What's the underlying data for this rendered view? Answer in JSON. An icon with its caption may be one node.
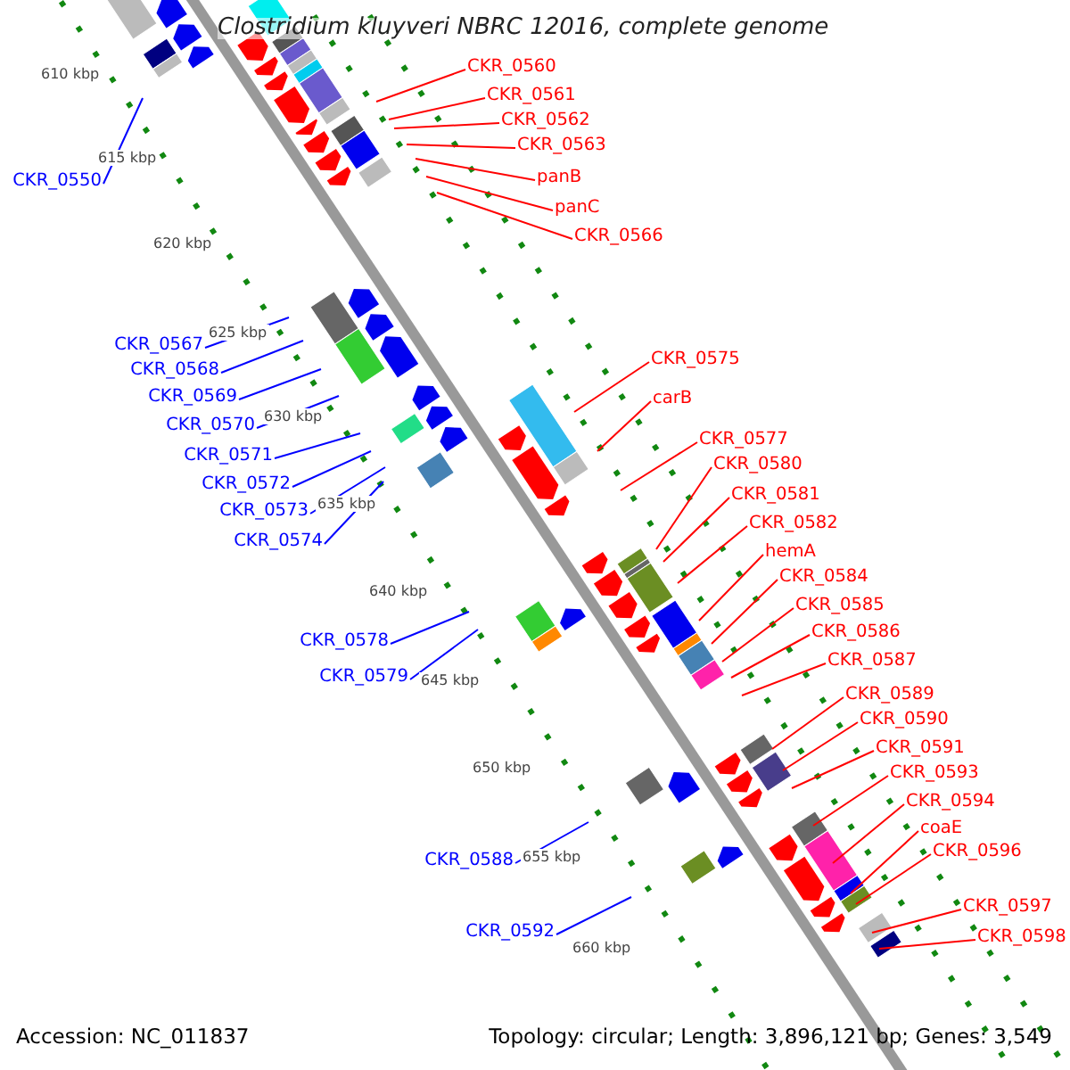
{
  "diagram": {
    "title": "Clostridium kluyveri NBRC 12016, complete genome",
    "nodes": [
      {
        "text": [
          "CKR_0550"
        ]
      },
      {
        "text": [
          "CKR_0560"
        ]
      },
      {
        "text": [
          "CKR_0561"
        ]
      },
      {
        "text": [
          "CKR_0562"
        ]
      },
      {
        "text": [
          "CKR_0563"
        ]
      },
      {
        "text": [
          "panB"
        ]
      },
      {
        "text": [
          "panC"
        ]
      },
      {
        "text": [
          "CKR_0566"
        ]
      },
      {
        "text": [
          "CKR_0567"
        ]
      },
      {
        "text": [
          "CKR_0568"
        ]
      },
      {
        "text": [
          "CKR_0569"
        ]
      },
      {
        "text": [
          "CKR_0570"
        ]
      },
      {
        "text": [
          "CKR_0571"
        ]
      },
      {
        "text": [
          "CKR_0572"
        ]
      },
      {
        "text": [
          "CKR_0573"
        ]
      },
      {
        "text": [
          "CKR_0574"
        ]
      },
      {
        "text": [
          "CKR_0575"
        ]
      },
      {
        "text": [
          "carB"
        ]
      },
      {
        "text": [
          "CKR_0577"
        ]
      },
      {
        "text": [
          "CKR_0578"
        ]
      },
      {
        "text": [
          "CKR_0579"
        ]
      },
      {
        "text": [
          "CKR_0580"
        ]
      },
      {
        "text": [
          "CKR_0581"
        ]
      },
      {
        "text": [
          "CKR_0582"
        ]
      },
      {
        "text": [
          "hemA"
        ]
      },
      {
        "text": [
          "CKR_0584"
        ]
      },
      {
        "text": [
          "CKR_0585"
        ]
      },
      {
        "text": [
          "CKR_0586"
        ]
      },
      {
        "text": [
          "CKR_0587"
        ]
      },
      {
        "text": [
          "CKR_0588"
        ]
      },
      {
        "text": [
          "CKR_0589"
        ]
      },
      {
        "text": [
          "CKR_0590"
        ]
      },
      {
        "text": [
          "CKR_0591"
        ]
      },
      {
        "text": [
          "CKR_0592"
        ]
      },
      {
        "text": [
          "CKR_0593"
        ]
      },
      {
        "text": [
          "CKR_0594"
        ]
      },
      {
        "text": [
          "coaE"
        ]
      },
      {
        "text": [
          "CKR_0596"
        ]
      },
      {
        "text": [
          "CKR_0597"
        ]
      },
      {
        "text": [
          "CKR_0598"
        ]
      }
    ],
    "edges": [
      {
        "from": 0,
        "to": null,
        "arrow": "none",
        "color": "#0000ff"
      },
      {
        "from": 1,
        "to": null,
        "arrow": "none"
      },
      {
        "from": 2,
        "to": null,
        "arrow": "none"
      },
      {
        "from": 3,
        "to": null,
        "arrow": "none"
      },
      {
        "from": 4,
        "to": null,
        "arrow": "none"
      },
      {
        "from": 5,
        "to": null,
        "arrow": "none"
      },
      {
        "from": 6,
        "to": null,
        "arrow": "none"
      },
      {
        "from": 7,
        "to": null,
        "arrow": "none"
      },
      {
        "from": 8,
        "to": null,
        "arrow": "none",
        "color": "#0000ff"
      },
      {
        "from": 9,
        "to": null,
        "arrow": "none",
        "color": "#0000ff"
      },
      {
        "from": 10,
        "to": null,
        "arrow": "none",
        "color": "#0000ff"
      },
      {
        "from": 11,
        "to": null,
        "arrow": "none",
        "color": "#0000ff"
      },
      {
        "from": 12,
        "to": null,
        "arrow": "none",
        "color": "#0000ff"
      },
      {
        "from": 13,
        "to": null,
        "arrow": "none",
        "color": "#0000ff"
      },
      {
        "from": 14,
        "to": null,
        "arrow": "none",
        "color": "#0000ff"
      },
      {
        "from": 15,
        "to": null,
        "arrow": "none",
        "color": "#0000ff"
      },
      {
        "from": 16,
        "to": null,
        "arrow": "none"
      },
      {
        "from": 17,
        "to": null,
        "arrow": "none"
      },
      {
        "from": 18,
        "to": null,
        "arrow": "none"
      },
      {
        "from": 19,
        "to": null,
        "arrow": "none",
        "color": "#0000ff"
      },
      {
        "from": 20,
        "to": null,
        "arrow": "none",
        "color": "#0000ff"
      },
      {
        "from": 21,
        "to": null,
        "arrow": "none"
      },
      {
        "from": 22,
        "to": null,
        "arrow": "none"
      },
      {
        "from": 23,
        "to": null,
        "arrow": "none"
      },
      {
        "from": 24,
        "to": null,
        "arrow": "none"
      },
      {
        "from": 25,
        "to": null,
        "arrow": "none"
      },
      {
        "from": 26,
        "to": null,
        "arrow": "none"
      },
      {
        "from": 27,
        "to": null,
        "arrow": "none"
      },
      {
        "from": 28,
        "to": null,
        "arrow": "none"
      },
      {
        "from": 29,
        "to": null,
        "arrow": "none",
        "color": "#0000ff"
      },
      {
        "from": 30,
        "to": null,
        "arrow": "none"
      },
      {
        "from": 31,
        "to": null,
        "arrow": "none"
      },
      {
        "from": 32,
        "to": null,
        "arrow": "none"
      },
      {
        "from": 33,
        "to": null,
        "arrow": "none",
        "color": "#0000ff"
      },
      {
        "from": 34,
        "to": null,
        "arrow": "none"
      },
      {
        "from": 35,
        "to": null,
        "arrow": "none"
      },
      {
        "from": 36,
        "to": null,
        "arrow": "none"
      },
      {
        "from": 37,
        "to": null,
        "arrow": "none"
      },
      {
        "from": 38,
        "to": null,
        "arrow": "none"
      },
      {
        "from": 39,
        "to": null,
        "arrow": "none"
      }
    ],
    "labels": [
      "610 kbp",
      "615 kbp",
      "620 kbp",
      "625 kbp",
      "630 kbp",
      "635 kbp",
      "640 kbp",
      "645 kbp",
      "650 kbp",
      "655 kbp",
      "660 kbp",
      "Accession: NC_011837",
      "Topology: circular; Length: 3,896,121 bp; Genes: 3,549"
    ]
  }
}
